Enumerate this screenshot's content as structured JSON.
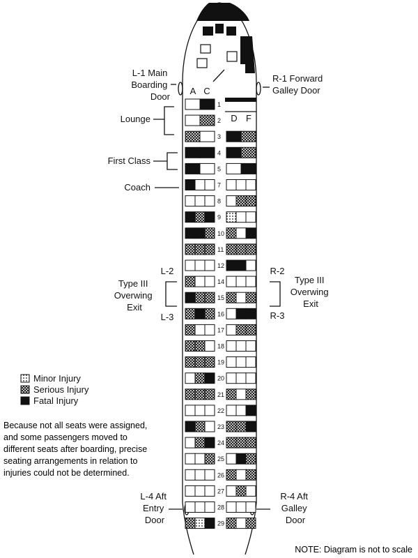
{
  "doors": {
    "l1": [
      "L-1 Main",
      "Boarding",
      "Door"
    ],
    "r1": [
      "R-1 Forward",
      "Galley Door"
    ],
    "l4": [
      "L-4 Aft",
      "Entry",
      "Door"
    ],
    "r4": [
      "R-4 Aft",
      "Galley",
      "Door"
    ]
  },
  "exits": {
    "left": {
      "top": "L-2",
      "bottom": "L-3",
      "text": [
        "Type III",
        "Overwing",
        "Exit"
      ]
    },
    "right": {
      "top": "R-2",
      "bottom": "R-3",
      "text": [
        "Type III",
        "Overwing",
        "Exit"
      ]
    }
  },
  "column_letters": {
    "left": [
      "A",
      "C"
    ],
    "right": [
      "D",
      "F"
    ]
  },
  "sections": {
    "lounge": "Lounge",
    "first_class": "First Class",
    "coach": "Coach"
  },
  "legend": [
    {
      "key": "minor",
      "label": "Minor Injury"
    },
    {
      "key": "serious",
      "label": "Serious Injury"
    },
    {
      "key": "fatal",
      "label": "Fatal Injury"
    }
  ],
  "disclaimer": [
    "Because not all seats were assigned,",
    "and some passengers moved to",
    "different seats after boarding, precise",
    "seating arrangements in relation to",
    "injuries could not be determined."
  ],
  "note": "NOTE: Diagram is not to scale",
  "colors": {
    "ink": "#111111",
    "fatal": "#111111"
  },
  "seat_map": {
    "rows": [
      {
        "n": "1",
        "left": [
          "none",
          "fatal"
        ],
        "right": []
      },
      {
        "n": "2",
        "left": [
          "none",
          "serious"
        ],
        "right": []
      },
      {
        "n": "3",
        "left": [
          "serious",
          "none"
        ],
        "right": [
          "fatal",
          "serious"
        ]
      },
      {
        "n": "4",
        "left": [
          "fatal",
          "fatal"
        ],
        "right": [
          "fatal",
          "serious"
        ]
      },
      {
        "n": "5",
        "left": [
          "fatal",
          "none"
        ],
        "right": [
          "none",
          "fatal"
        ]
      },
      {
        "n": "7",
        "left": [
          "fatal",
          "none",
          "none"
        ],
        "right": [
          "none",
          "none",
          "none"
        ]
      },
      {
        "n": "8",
        "left": [
          "none",
          "none",
          "none"
        ],
        "right": [
          "none",
          "serious",
          "serious"
        ]
      },
      {
        "n": "9",
        "left": [
          "fatal",
          "serious",
          "fatal"
        ],
        "right": [
          "minor",
          "none",
          "none"
        ]
      },
      {
        "n": "10",
        "left": [
          "fatal",
          "fatal",
          "serious"
        ],
        "right": [
          "serious",
          "none",
          "fatal"
        ]
      },
      {
        "n": "11",
        "left": [
          "serious",
          "serious",
          "serious"
        ],
        "right": [
          "serious",
          "serious",
          "serious"
        ]
      },
      {
        "n": "12",
        "left": [
          "none",
          "none",
          "none"
        ],
        "right": [
          "fatal",
          "fatal",
          "none"
        ]
      },
      {
        "n": "14",
        "left": [
          "serious",
          "none",
          "none"
        ],
        "right": [
          "none",
          "none",
          "none"
        ]
      },
      {
        "n": "15",
        "left": [
          "fatal",
          "serious",
          "serious"
        ],
        "right": [
          "serious",
          "none",
          "serious"
        ]
      },
      {
        "n": "16",
        "left": [
          "serious",
          "fatal",
          "serious"
        ],
        "right": [
          "none",
          "fatal",
          "fatal"
        ]
      },
      {
        "n": "17",
        "left": [
          "serious",
          "none",
          "none"
        ],
        "right": [
          "none",
          "serious",
          "serious"
        ]
      },
      {
        "n": "18",
        "left": [
          "serious",
          "serious",
          "none"
        ],
        "right": [
          "none",
          "none",
          "none"
        ]
      },
      {
        "n": "19",
        "left": [
          "serious",
          "serious",
          "serious"
        ],
        "right": [
          "none",
          "none",
          "none"
        ]
      },
      {
        "n": "20",
        "left": [
          "none",
          "serious",
          "fatal"
        ],
        "right": [
          "none",
          "none",
          "none"
        ]
      },
      {
        "n": "21",
        "left": [
          "serious",
          "serious",
          "serious"
        ],
        "right": [
          "serious",
          "none",
          "serious"
        ]
      },
      {
        "n": "22",
        "left": [
          "none",
          "none",
          "none"
        ],
        "right": [
          "none",
          "none",
          "fatal"
        ]
      },
      {
        "n": "23",
        "left": [
          "fatal",
          "serious",
          "none"
        ],
        "right": [
          "serious",
          "serious",
          "fatal"
        ]
      },
      {
        "n": "24",
        "left": [
          "none",
          "serious",
          "fatal"
        ],
        "right": [
          "serious",
          "serious",
          "serious"
        ]
      },
      {
        "n": "25",
        "left": [
          "none",
          "none",
          "serious"
        ],
        "right": [
          "none",
          "fatal",
          "serious"
        ]
      },
      {
        "n": "26",
        "left": [
          "none",
          "none",
          "none"
        ],
        "right": [
          "serious",
          "none",
          "serious"
        ]
      },
      {
        "n": "27",
        "left": [
          "none",
          "none",
          "none"
        ],
        "right": [
          "none",
          "serious",
          "none"
        ]
      },
      {
        "n": "28",
        "left": [
          "none",
          "none",
          "none"
        ],
        "right": [
          "none",
          "none",
          "none"
        ]
      },
      {
        "n": "29",
        "left": [
          "serious",
          "minor",
          "fatal"
        ],
        "right": [
          "serious",
          "none",
          "serious"
        ]
      }
    ]
  }
}
